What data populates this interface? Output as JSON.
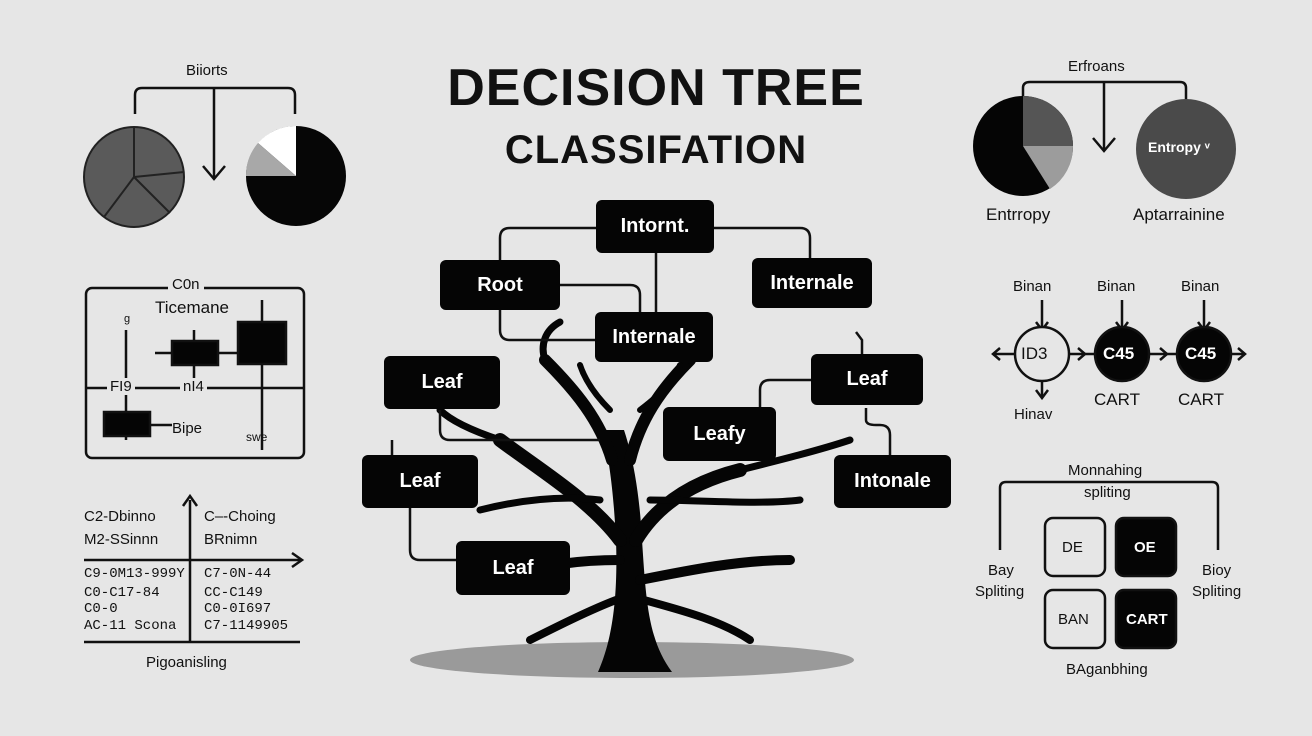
{
  "title": {
    "line1": "DECISION TREE",
    "line2": "CLASSIFATION"
  },
  "tree": {
    "nodes": {
      "top_internal": "Intornt.",
      "root": "Root",
      "internal_right": "Internale",
      "internal_center": "Internale",
      "leaf_left_1": "Leaf",
      "leaf_right_1": "Leaf",
      "leafy": "Leafy",
      "leaf_left_2": "Leaf",
      "intonale": "Intonale",
      "leaf_bottom": "Leaf"
    }
  },
  "top_left_panel": {
    "label": "Biiorts"
  },
  "top_right_panel": {
    "label": "Erfroans",
    "circle_label": "Entropy ᵛ",
    "caption_left": "Entrropy",
    "caption_right": "Aptarrainine"
  },
  "mid_left_panel": {
    "top_label": "C0n",
    "subtitle": "Ticemane",
    "small_label": "g",
    "label_fi": "FI9",
    "label_ni": "nI4",
    "label_bipe": "Bipe",
    "label_swe": "swe"
  },
  "algorithms_panel": {
    "labels_top": [
      "Binan",
      "Binan",
      "Binan"
    ],
    "circles": [
      "ID3",
      "C45",
      "C45"
    ],
    "bottom_left": "Hinav",
    "bottom_labels": [
      "CART",
      "CART"
    ]
  },
  "bottom_left_panel": {
    "row1_left": "C2-Dbinno",
    "row1_right": "C–-Choing",
    "row2_left": "M2-SSinnn",
    "row2_right": "BRnimn",
    "codes_left": [
      "C9-0M13-999Y",
      "C0-C17-84",
      "C0-0",
      "AC-11 Scona"
    ],
    "codes_right": [
      "C7-0N-44",
      "CC-C149",
      "C0-0I697",
      "C7-1149905"
    ],
    "footer": "Pigoanisling"
  },
  "bottom_right_panel": {
    "header1": "Monnahing",
    "header2": "spliting",
    "side_left_1": "Bay",
    "side_left_2": "Spliting",
    "side_right_1": "Bioy",
    "side_right_2": "Spliting",
    "cells": [
      "DE",
      "OE",
      "BAN",
      "CART"
    ],
    "footer": "BAganbhing"
  }
}
